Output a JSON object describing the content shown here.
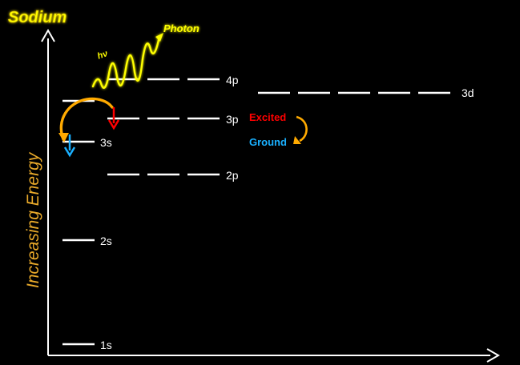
{
  "title": "Sodium",
  "y_axis_label": "Increasing Energy",
  "levels": {
    "l1s": "1s",
    "l2s": "2s",
    "l3s": "3s",
    "l2p": "2p",
    "l3p": "3p",
    "l4p": "4p",
    "l3d": "3d"
  },
  "legend": {
    "excited": "Excited",
    "ground": "Ground"
  },
  "photon": {
    "symbol": "hν",
    "label": "Photon"
  },
  "colors": {
    "title": "#ffff00",
    "axis_label": "#e8a92a",
    "excited": "#ff0000",
    "ground": "#1ab0ff",
    "transition_arrow": "#ffaa00",
    "photon": "#ffff00"
  }
}
